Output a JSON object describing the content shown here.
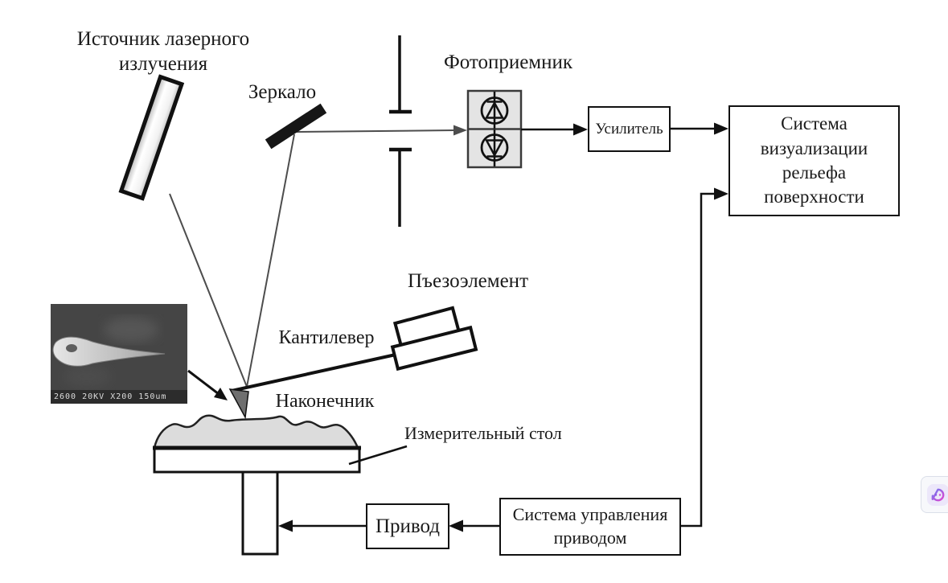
{
  "labels": {
    "laser_source": "Источник лазерного излучения",
    "mirror": "Зеркало",
    "photodetector": "Фотоприемник",
    "amplifier": "Усилитель",
    "visualization_system": "Система визуализации рельефа поверхности",
    "piezo_element": "Пъезоэлемент",
    "cantilever": "Кантилевер",
    "tip": "Наконечник",
    "measuring_table": "Измерительный стол",
    "drive": "Привод",
    "drive_control_system": "Система управления приводом"
  },
  "sem_inset": {
    "caption": "2600 20KV X200 150um"
  },
  "icons": {
    "photodiode_top": "photodiode-up-icon",
    "photodiode_bottom": "photodiode-down-icon",
    "assistant": "emoji-chat-icon"
  },
  "colors": {
    "line": "#111111",
    "beam": "#4d4d4d",
    "detector_fill": "#e4e4e4",
    "sample_fill": "#dcdcdc",
    "widget_gradient_start": "#6b79f2",
    "widget_gradient_end": "#e145ce"
  }
}
